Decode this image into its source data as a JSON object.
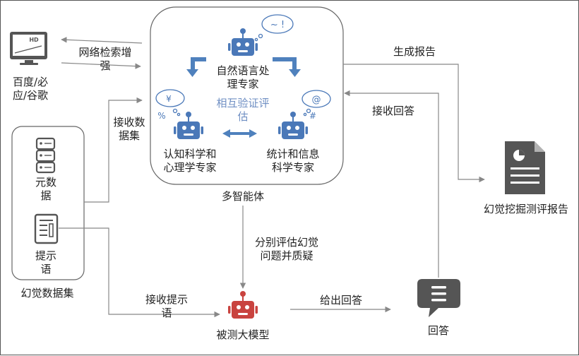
{
  "search": {
    "label_line1": "网络检索增",
    "label_line2": "强",
    "engines_line1": "百度/必",
    "engines_line2": "应/谷歌"
  },
  "multi_agent": {
    "title": "多智能体",
    "nlp_line1": "自然语言处",
    "nlp_line2": "理专家",
    "cog_line1": "认知科学和",
    "cog_line2": "心理学专家",
    "stat_line1": "统计和信息",
    "stat_line2": "科学专家",
    "mutual_line1": "相互验证评",
    "mutual_line2": "估",
    "thought_wave": "~ !",
    "thought_currency": "¥",
    "thought_percent": "%",
    "thought_at": "@",
    "thought_hash": "#"
  },
  "dataset": {
    "title": "幻觉数据集",
    "meta_line1": "元数",
    "meta_line2": "据",
    "prompt_line1": "提示",
    "prompt_line2": "语"
  },
  "flows": {
    "recv_dataset_line1": "接收数",
    "recv_dataset_line2": "据集",
    "gen_report": "生成报告",
    "recv_answer": "接收回答",
    "eval_line1": "分别评估幻觉",
    "eval_line2": "问题并质疑",
    "recv_prompt_line1": "接收提示",
    "recv_prompt_line2": "语",
    "give_answer": "给出回答"
  },
  "report": {
    "label": "幻觉挖掘测评报告"
  },
  "answer": {
    "label": "回答"
  },
  "model": {
    "label": "被测大模型"
  },
  "colors": {
    "robot_blue": "#4a78b8",
    "robot_red": "#c9433f",
    "arrow_blue": "#4f81bd",
    "icon_gray": "#555555"
  }
}
